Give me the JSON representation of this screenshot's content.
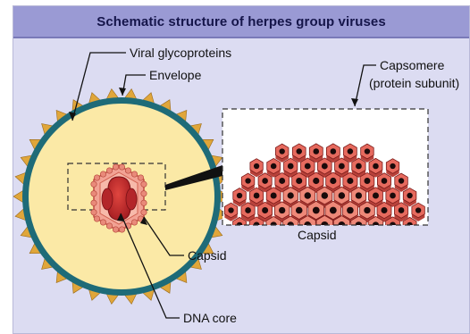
{
  "title": "Schematic structure of herpes group viruses",
  "labels": {
    "glycoproteins": "Viral glycoproteins",
    "envelope": "Envelope",
    "capsomere_line1": "Capsomere",
    "capsomere_line2": "(protein subunit)",
    "capsid_inset": "Capsid",
    "capsid": "Capsid",
    "dna_core": "DNA core"
  },
  "colors": {
    "background": "#dcdcf2",
    "title_bar": "#9a9ad4",
    "envelope": "#1e6b78",
    "interior": "#fbe9a6",
    "spike": "#e0a63a",
    "capsid": "#e98a7a",
    "capsomere": "#e05a50",
    "dna_core": "#c0262a"
  }
}
